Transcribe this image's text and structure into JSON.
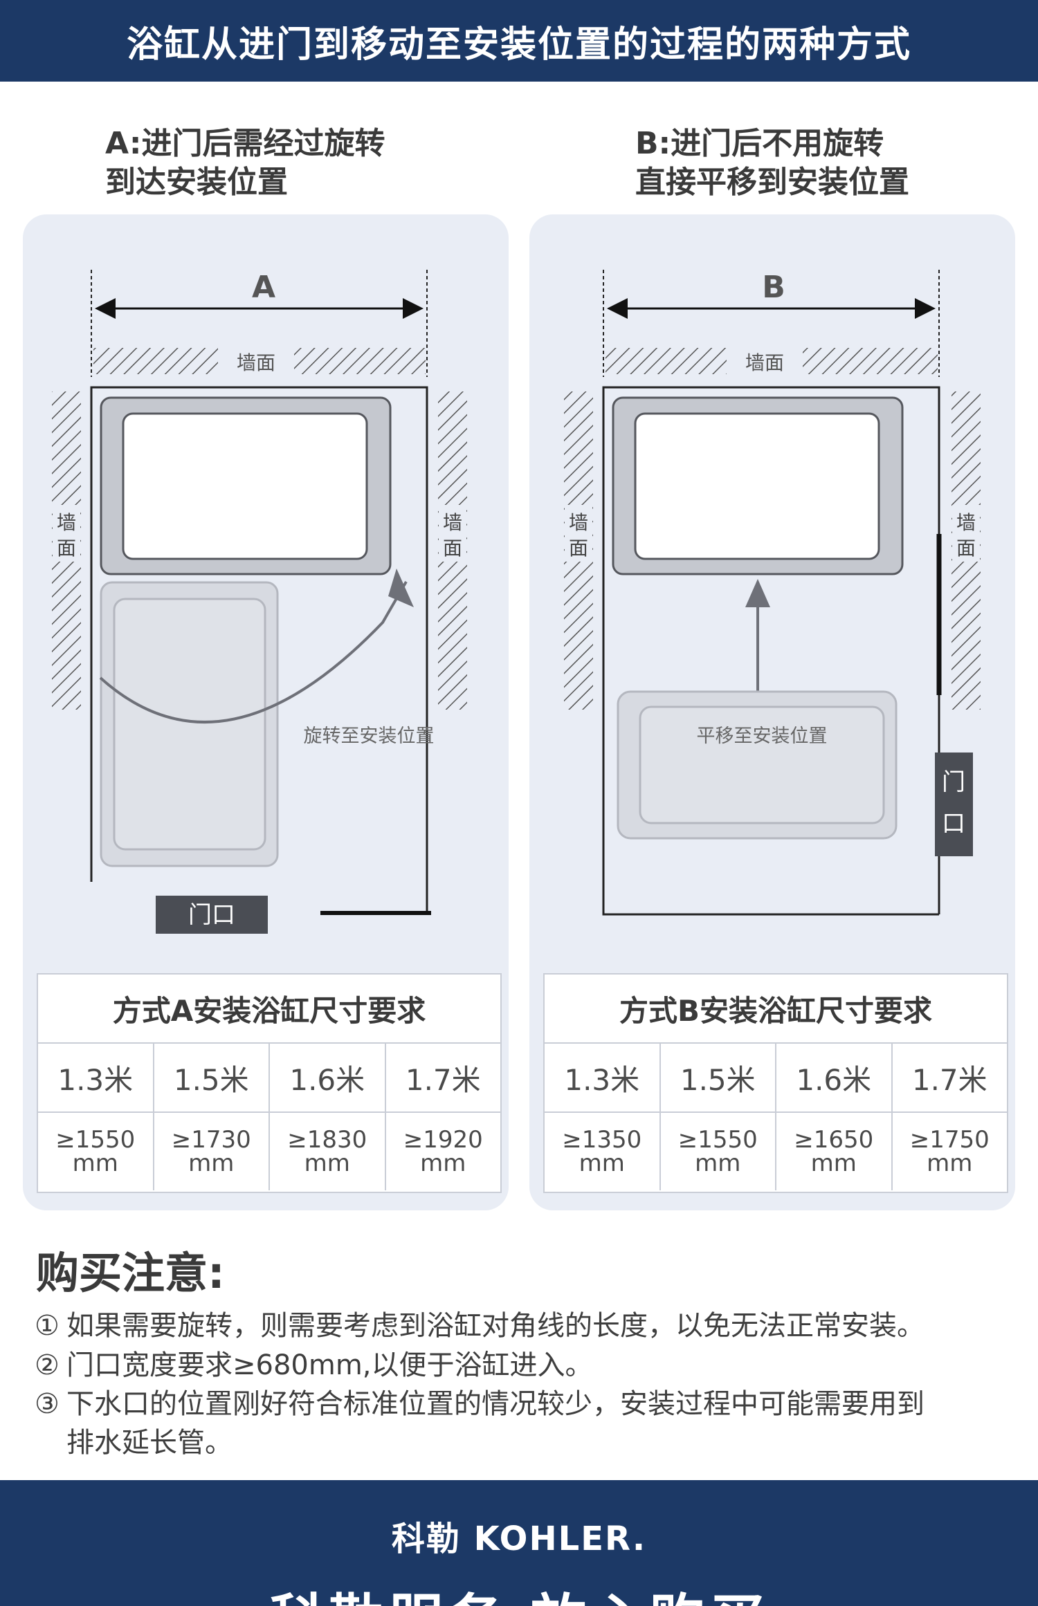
{
  "header": {
    "title": "浴缸从进门到移动至安装位置的过程的两种方式"
  },
  "method_a": {
    "title_lines": [
      "A:进门后需经过旋转",
      "到达安装位置"
    ],
    "dim_label": "A",
    "wall_label": "墙面",
    "wall_left_chars": [
      "墙",
      "面"
    ],
    "wall_right_chars": [
      "墙",
      "面"
    ],
    "action_label": "旋转至安装位置",
    "door_label": "门口"
  },
  "method_b": {
    "title_lines": [
      "B:进门后不用旋转",
      "直接平移到安装位置"
    ],
    "dim_label": "B",
    "wall_label": "墙面",
    "wall_left_chars": [
      "墙",
      "面"
    ],
    "wall_right_chars": [
      "墙",
      "面"
    ],
    "action_label": "平移至安装位置",
    "door_chars": [
      "门",
      "口"
    ]
  },
  "table_a": {
    "caption": "方式A安装浴缸尺寸要求",
    "sizes": [
      "1.3米",
      "1.5米",
      "1.6米",
      "1.7米"
    ],
    "requirements": [
      {
        "value": "≥1550",
        "unit": "mm"
      },
      {
        "value": "≥1730",
        "unit": "mm"
      },
      {
        "value": "≥1830",
        "unit": "mm"
      },
      {
        "value": "≥1920",
        "unit": "mm"
      }
    ]
  },
  "table_b": {
    "caption": "方式B安装浴缸尺寸要求",
    "sizes": [
      "1.3米",
      "1.5米",
      "1.6米",
      "1.7米"
    ],
    "requirements": [
      {
        "value": "≥1350",
        "unit": "mm"
      },
      {
        "value": "≥1550",
        "unit": "mm"
      },
      {
        "value": "≥1650",
        "unit": "mm"
      },
      {
        "value": "≥1750",
        "unit": "mm"
      }
    ]
  },
  "notes": {
    "title": "购买注意:",
    "items": [
      {
        "num": "①",
        "text": "如果需要旋转，则需要考虑到浴缸对角线的长度，以免无法正常安装。"
      },
      {
        "num": "②",
        "text": "门口宽度要求≥680mm,以便于浴缸进入。"
      },
      {
        "num": "③",
        "text": "下水口的位置刚好符合标准位置的情况较少，安装过程中可能需要用到",
        "cont": "排水延长管。"
      }
    ]
  },
  "footer": {
    "brand": "科勒 KOHLER.",
    "slogan": "科勒服务 放心购买"
  },
  "colors": {
    "header_bg": "#1c3966",
    "panel_bg": "#e9edf5",
    "door_badge": "#4a4d54"
  }
}
